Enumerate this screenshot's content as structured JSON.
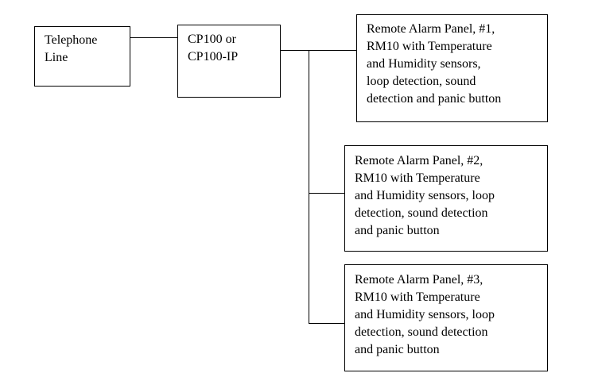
{
  "diagram": {
    "telephone_line": "Telephone\nLine",
    "controller": "CP100 or\nCP100-IP",
    "remote_panels": [
      "Remote Alarm Panel, #1,\nRM10 with Temperature\nand Humidity sensors,\nloop detection, sound\ndetection and panic button",
      "Remote Alarm Panel, #2,\nRM10 with Temperature\nand Humidity sensors, loop\ndetection, sound detection\nand panic button",
      "Remote Alarm Panel, #3,\nRM10 with Temperature\nand Humidity sensors, loop\ndetection, sound detection\nand panic button"
    ]
  }
}
